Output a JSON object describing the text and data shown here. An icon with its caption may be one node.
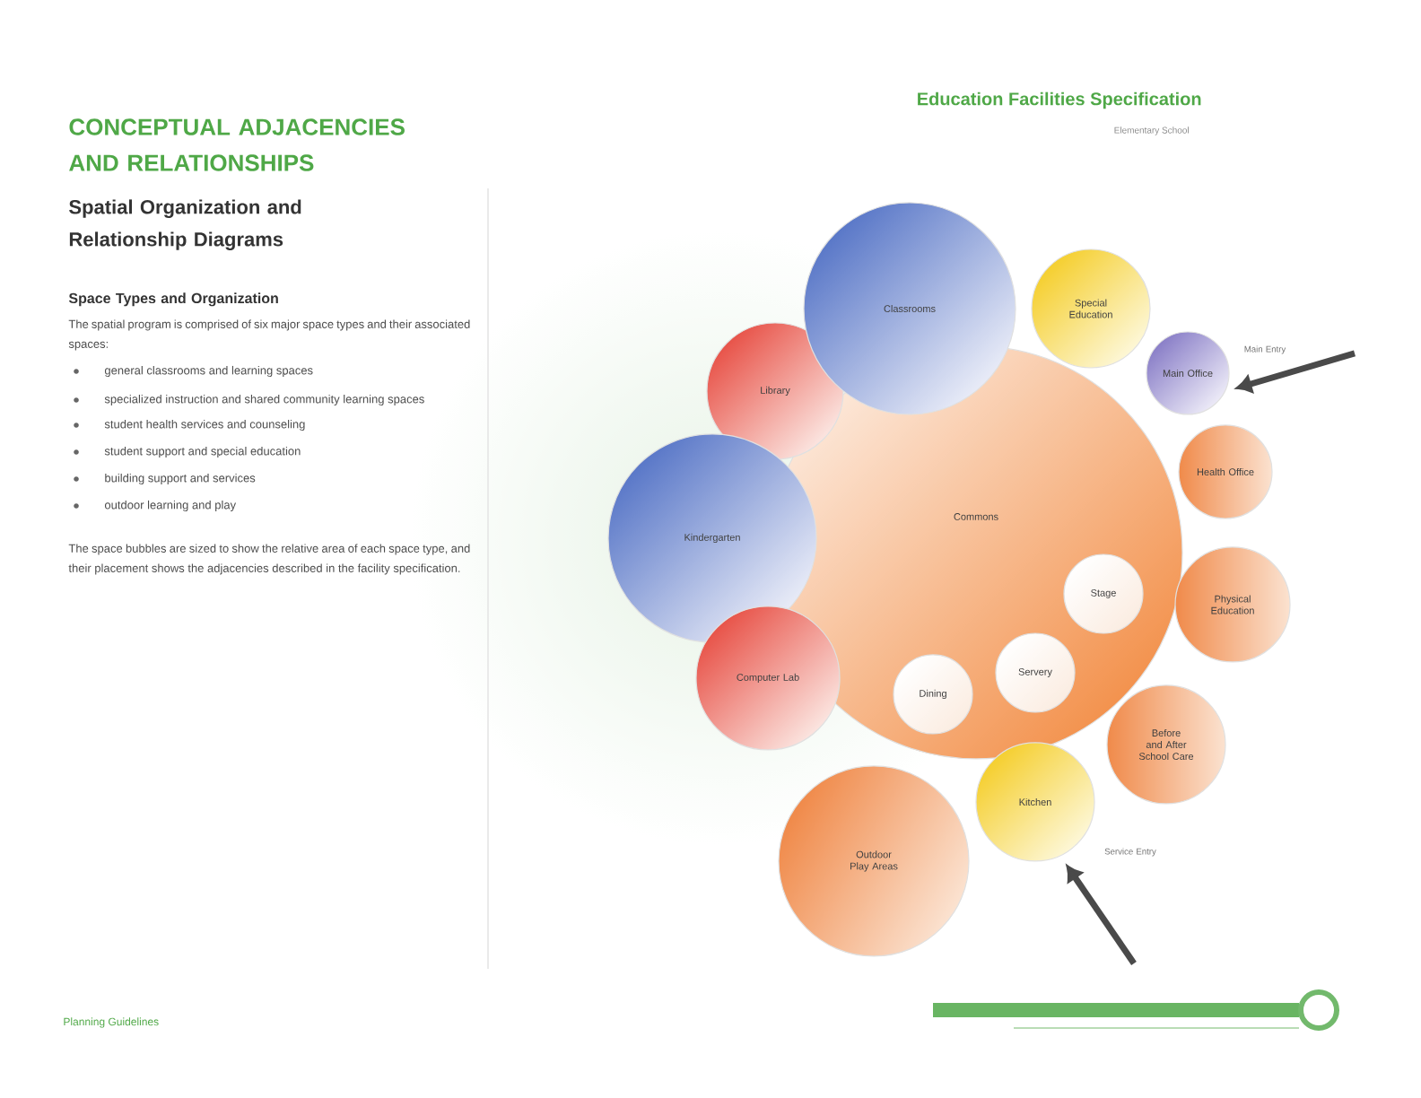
{
  "diagram": {
    "title": "CONCEPTUAL ADJACENCIES AND RELATIONSHIPS",
    "nodes": [
      {
        "text": [
          "Classrooms"
        ]
      },
      {
        "text": [
          "Special Education"
        ]
      },
      {
        "text": [
          "Main Office"
        ]
      },
      {
        "text": [
          "Library"
        ]
      },
      {
        "text": [
          "Health Office"
        ]
      },
      {
        "text": [
          "Kindergarten"
        ]
      },
      {
        "text": [
          "Commons"
        ]
      },
      {
        "text": [
          "Stage"
        ],
        "in": 6
      },
      {
        "text": [
          "Servery"
        ],
        "in": 6
      },
      {
        "text": [
          "Dining"
        ],
        "in": 6
      },
      {
        "text": [
          "Physical Education"
        ]
      },
      {
        "text": [
          "Computer Lab"
        ]
      },
      {
        "text": [
          "Before and After School Care"
        ]
      },
      {
        "text": [
          "Kitchen"
        ]
      },
      {
        "text": [
          "Outdoor Play Areas"
        ]
      }
    ],
    "edges": [
      {
        "from": null,
        "to": 2,
        "arrow": "to",
        "label": "Main Entry"
      },
      {
        "from": null,
        "to": 13,
        "arrow": "to",
        "label": "Service Entry"
      }
    ],
    "labels": [
      "Education Facilities Specification",
      "Elementary School",
      "Spatial Organization and Relationship Diagrams",
      "Space Types and Organization",
      "The spatial program is comprised of six major space types and their associated spaces:",
      "general classrooms and learning spaces",
      "specialized instruction and shared community learning spaces",
      "student health services and counseling",
      "student support and special education",
      "building support and services",
      "outdoor learning and play",
      "The space bubbles are sized to show the relative area of each space type, and their placement shows the adjacencies described in the facility specification.",
      "Planning Guidelines"
    ]
  }
}
